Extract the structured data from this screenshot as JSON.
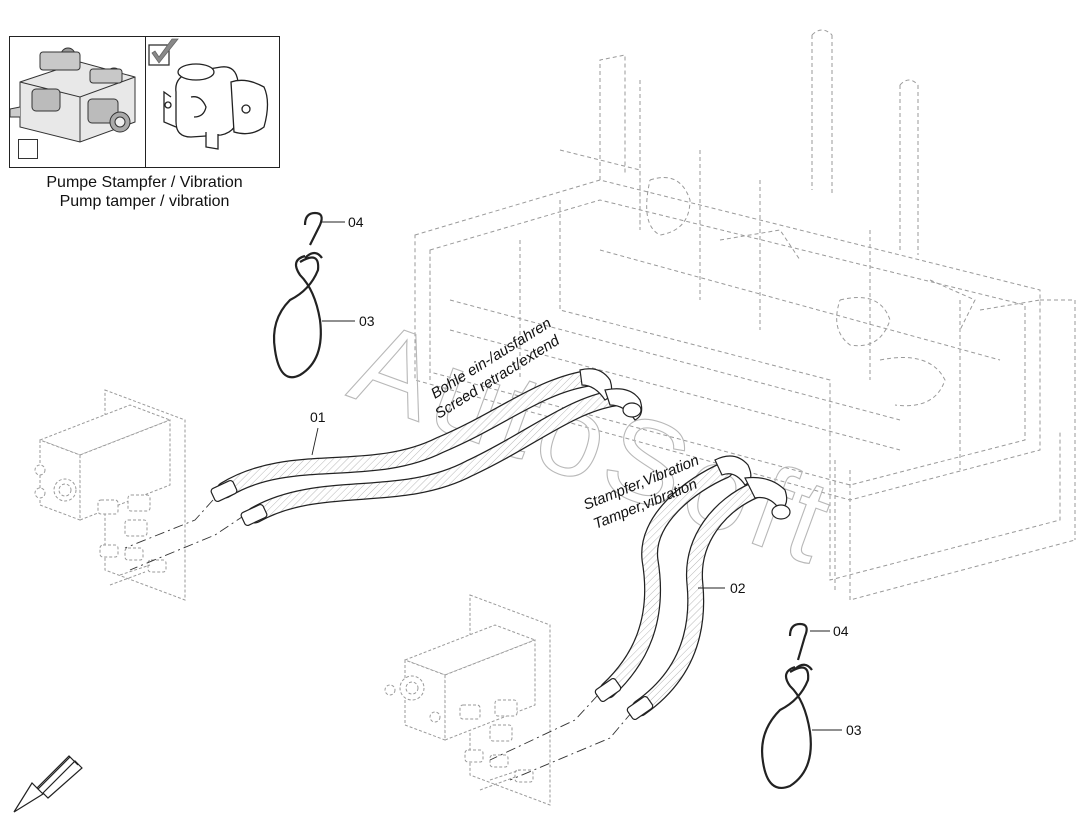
{
  "variants": {
    "items": [
      {
        "name": "pump-variant-double",
        "checked": false
      },
      {
        "name": "pump-variant-single",
        "checked": true
      }
    ],
    "caption_de": "Pumpe Stampfer / Vibration",
    "caption_en": "Pump tamper / vibration"
  },
  "hose_groups": {
    "screed": {
      "label_de": "Bohle ein-/ausfahren",
      "label_en": "Screed retract/extend"
    },
    "tamper": {
      "label_de": "Stampfer,Vibration",
      "label_en": "Tamper,vibration"
    }
  },
  "callouts": {
    "hook_top": "04",
    "loop_top": "03",
    "hose_screed": "01",
    "hose_tamper": "02",
    "hook_bottom": "04",
    "loop_bottom": "03"
  },
  "watermark": "AutoSoft"
}
